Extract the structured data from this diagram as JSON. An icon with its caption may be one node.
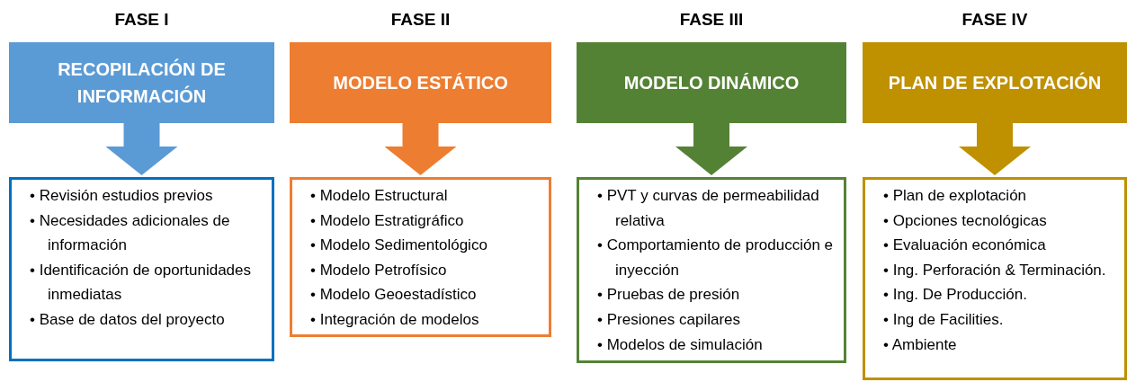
{
  "diagram": {
    "nodes": [
      {
        "text": [
          "FASE I",
          "RECOPILACIÓN DE INFORMACIÓN"
        ]
      },
      {
        "text": [
          "• Revisión estudios previos",
          "• Necesidades adicionales de información",
          "• Identificación de oportunidades inmediatas",
          "• Base de datos del proyecto"
        ]
      },
      {
        "text": [
          "FASE II",
          "MODELO ESTÁTICO"
        ]
      },
      {
        "text": [
          "• Modelo Estructural",
          "• Modelo Estratigráfico",
          "• Modelo Sedimentológico",
          "• Modelo Petrofísico",
          "• Modelo Geoestadístico",
          "• Integración de modelos"
        ]
      },
      {
        "text": [
          "FASE III",
          "MODELO DINÁMICO"
        ]
      },
      {
        "text": [
          "• PVT y curvas de permeabilidad relativa",
          "• Comportamiento de producción e inyección",
          "• Pruebas de presión",
          "• Presiones capilares",
          "• Modelos de simulación"
        ]
      },
      {
        "text": [
          "FASE IV",
          "PLAN DE EXPLOTACIÓN"
        ]
      },
      {
        "text": [
          "• Plan de explotación",
          "• Opciones tecnológicas",
          "• Evaluación económica",
          "• Ing. Perforación & Terminación.",
          "• Ing. De Producción.",
          "• Ing de Facilities.",
          "• Ambiente"
        ]
      }
    ],
    "edges": [
      {
        "from": 0,
        "to": 1,
        "arrow": "to",
        "color": "#5b9bd5"
      },
      {
        "from": 2,
        "to": 3,
        "arrow": "to",
        "color": "#ed7d31"
      },
      {
        "from": 4,
        "to": 5,
        "arrow": "to",
        "color": "#548235"
      },
      {
        "from": 6,
        "to": 7,
        "arrow": "to",
        "color": "#bf9000"
      }
    ]
  }
}
